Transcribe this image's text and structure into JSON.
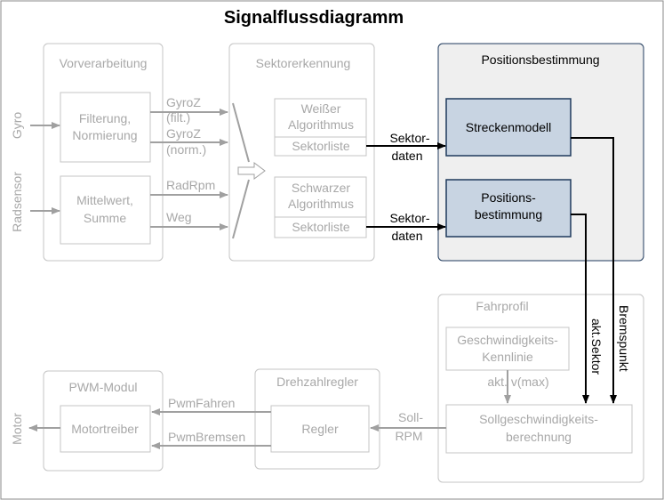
{
  "title": "Signalflussdiagramm",
  "colors": {
    "frame": "#888888",
    "grey_stroke": "#c4c4c4",
    "grey_text": "#a8a8a8",
    "active_stroke": "#1f3a5c",
    "active_fill": "#c8d4e2",
    "active_group_fill": "#efefef",
    "active_line": "#000000",
    "grey_line": "#a0a0a0"
  },
  "inputs": {
    "gyro": "Gyro",
    "radsensor": "Radsensor"
  },
  "output": {
    "motor": "Motor"
  },
  "groups": {
    "vorverarbeitung": {
      "title": "Vorverarbeitung",
      "filter": [
        "Filterung,",
        "Normierung"
      ],
      "mittelwert": [
        "Mittelwert,",
        "Summe"
      ]
    },
    "sektorerkennung": {
      "title": "Sektorerkennung",
      "weiss": [
        "Weißer",
        "Algorithmus"
      ],
      "weiss_list": "Sektorliste",
      "schwarz": [
        "Schwarzer",
        "Algorithmus"
      ],
      "schwarz_list": "Sektorliste"
    },
    "positionsbestimmung": {
      "title": "Positionsbestimmung",
      "streckenmodell": "Streckenmodell",
      "position": [
        "Positions-",
        "bestimmung"
      ]
    },
    "fahrprofil": {
      "title": "Fahrprofil",
      "kennlinie": [
        "Geschwindigkeits-",
        "Kennlinie"
      ],
      "soll": [
        "Sollgeschwindigkeits-",
        "berechnung"
      ]
    },
    "drehzahlregler": {
      "title": "Drehzahlregler",
      "regler": "Regler"
    },
    "pwm": {
      "title": "PWM-Modul",
      "motortreiber": "Motortreiber"
    }
  },
  "signals": {
    "gyroz_filt": [
      "GyroZ",
      "(filt.)"
    ],
    "gyroz_norm": [
      "GyroZ",
      "(norm.)"
    ],
    "radrpm": "RadRpm",
    "weg": "Weg",
    "sektordaten_1": [
      "Sektor-",
      "daten"
    ],
    "sektordaten_2": [
      "Sektor-",
      "daten"
    ],
    "akt_sektor": "akt.Sektor",
    "bremspunkt": "Bremspunkt",
    "akt_vmax": "akt. v(max)",
    "soll_rpm": [
      "Soll-",
      "RPM"
    ],
    "pwm_fahren": "PwmFahren",
    "pwm_bremsen": "PwmBremsen"
  }
}
